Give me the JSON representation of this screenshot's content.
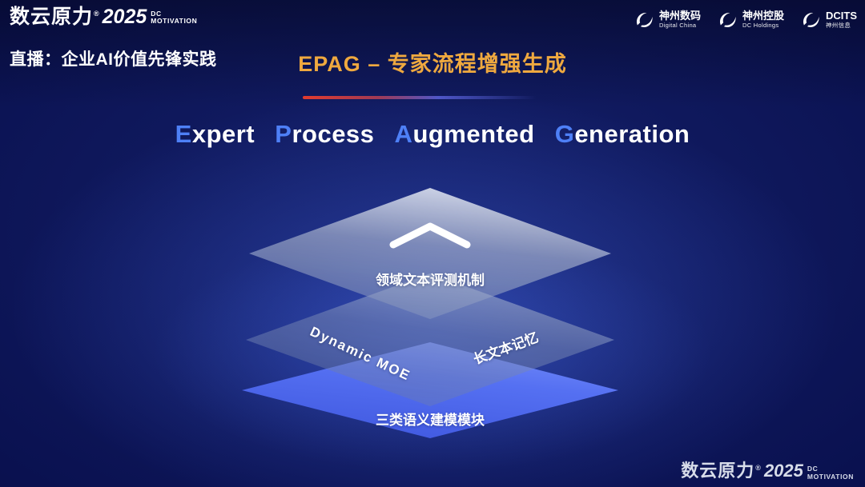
{
  "colors": {
    "background_navy": "#0a1150",
    "title_gold": "#efa93f",
    "initial_letter_blue": "#4e80f7",
    "bottom_layer_blue": "#5570f2",
    "divider_red": "#e23b2e",
    "divider_blue": "#4f57c8"
  },
  "header": {
    "brand": {
      "name": "数云原力",
      "reg": "®",
      "year": "2025",
      "sub_line1": "DC",
      "sub_line2": "MOTIVATION"
    },
    "live_label": "直播：企业AI价值先锋实践",
    "title": "EPAG – 专家流程增强生成",
    "partners": [
      {
        "name": "神州数码",
        "sub": "Digital China"
      },
      {
        "name": "神州控股",
        "sub": "DC Holdings"
      },
      {
        "name": "DCITS",
        "sub": "神州信息"
      }
    ]
  },
  "main": {
    "english_title": {
      "words": [
        {
          "first": "E",
          "rest": "xpert"
        },
        {
          "first": "P",
          "rest": "rocess"
        },
        {
          "first": "A",
          "rest": "ugmented"
        },
        {
          "first": "G",
          "rest": "eneration"
        }
      ]
    },
    "diagram": {
      "top_label": "领域文本评测机制",
      "mid_left_label": "Dynamic MOE",
      "mid_right_label": "长文本记忆",
      "bottom_label": "三类语义建模模块"
    }
  },
  "footer": {
    "brand": {
      "name": "数云原力",
      "reg": "®",
      "year": "2025",
      "sub_line1": "DC",
      "sub_line2": "MOTIVATION"
    }
  }
}
